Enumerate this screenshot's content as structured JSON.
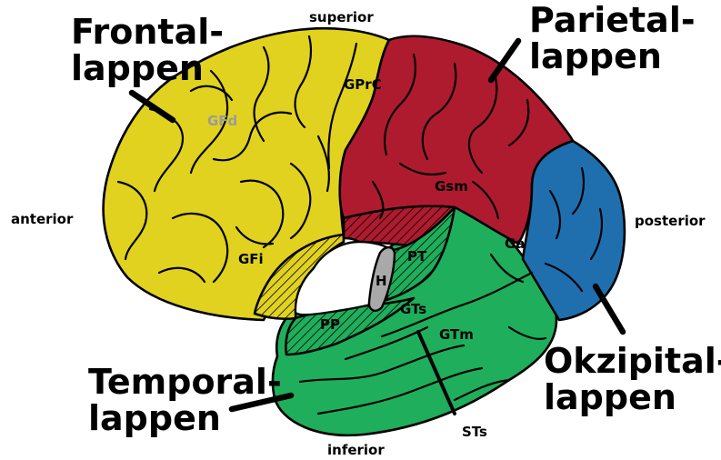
{
  "lobes": {
    "frontal": {
      "line1": "Frontal-",
      "line2": "lappen",
      "color": "#e0d21f"
    },
    "parietal": {
      "line1": "Parietal-",
      "line2": "lappen",
      "color": "#ae1b2f"
    },
    "occipital": {
      "line1": "Okzipital-",
      "line2": "lappen",
      "color": "#1f6faf"
    },
    "temporal": {
      "line1": "Temporal-",
      "line2": "lappen",
      "color": "#1fae5b"
    }
  },
  "directions": {
    "superior": "superior",
    "inferior": "inferior",
    "anterior": "anterior",
    "posterior": "posterior"
  },
  "regions": {
    "GFd": "GFd",
    "GPrC": "GPrC",
    "Gsm": "Gsm",
    "GFi": "GFi",
    "Ga": "Ga",
    "PT": "PT",
    "H": "H",
    "GTs": "GTs",
    "PP": "PP",
    "GTm": "GTm",
    "STs": "STs"
  },
  "colors": {
    "insula_grey": "#a9a9a9",
    "hatch": "#000000",
    "background": "#ffffff"
  }
}
